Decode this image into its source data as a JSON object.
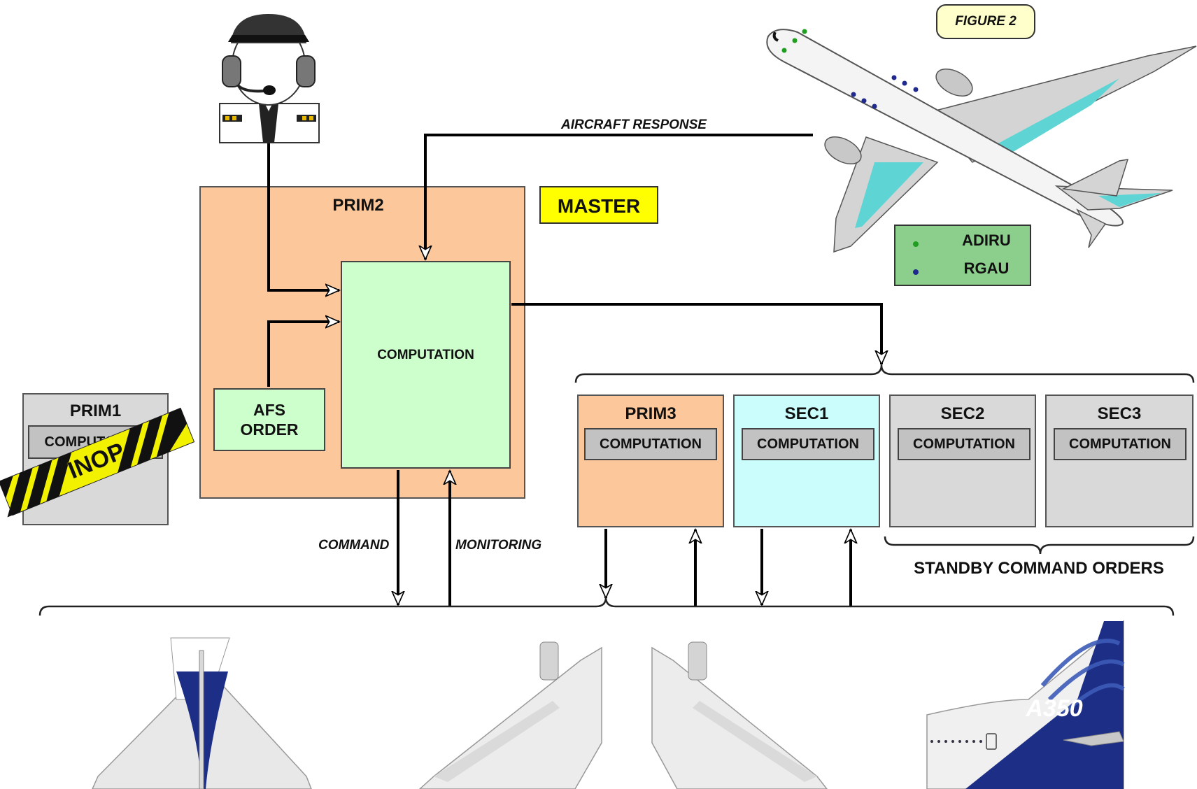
{
  "figure_label": "FIGURE 2",
  "master_badge": "MASTER",
  "aircraft_response_label": "AIRCRAFT RESPONSE",
  "command_label": "COMMAND",
  "monitoring_label": "MONITORING",
  "standby_label": "STANDBY COMMAND ORDERS",
  "inop_label": "INOP",
  "tail_logo": "A350",
  "prim2": {
    "title": "PRIM2",
    "computation": "COMPUTATION",
    "afs_order": "AFS\nORDER"
  },
  "prim1": {
    "title": "PRIM1",
    "computation": "COMPUTATION"
  },
  "computers": [
    {
      "title": "PRIM3",
      "computation": "COMPUTATION",
      "color": "#fcc89b"
    },
    {
      "title": "SEC1",
      "computation": "COMPUTATION",
      "color": "#ccfdfd"
    },
    {
      "title": "SEC2",
      "computation": "COMPUTATION",
      "color": "#d9d9d9"
    },
    {
      "title": "SEC3",
      "computation": "COMPUTATION",
      "color": "#d9d9d9"
    }
  ],
  "legend": [
    {
      "label": "ADIRU",
      "dot_color": "#1f9e1f"
    },
    {
      "label": "RGAU",
      "dot_color": "#1f2a8c"
    }
  ],
  "colors": {
    "prim_orange": "#fcc89b",
    "computation_green": "#ccffcc",
    "master_yellow": "#ffff00",
    "legend_green": "#8ccf8c",
    "figure_badge": "#ffffcc",
    "inop_tape": "#f2f200",
    "a350_blue": "#1d2e86"
  }
}
